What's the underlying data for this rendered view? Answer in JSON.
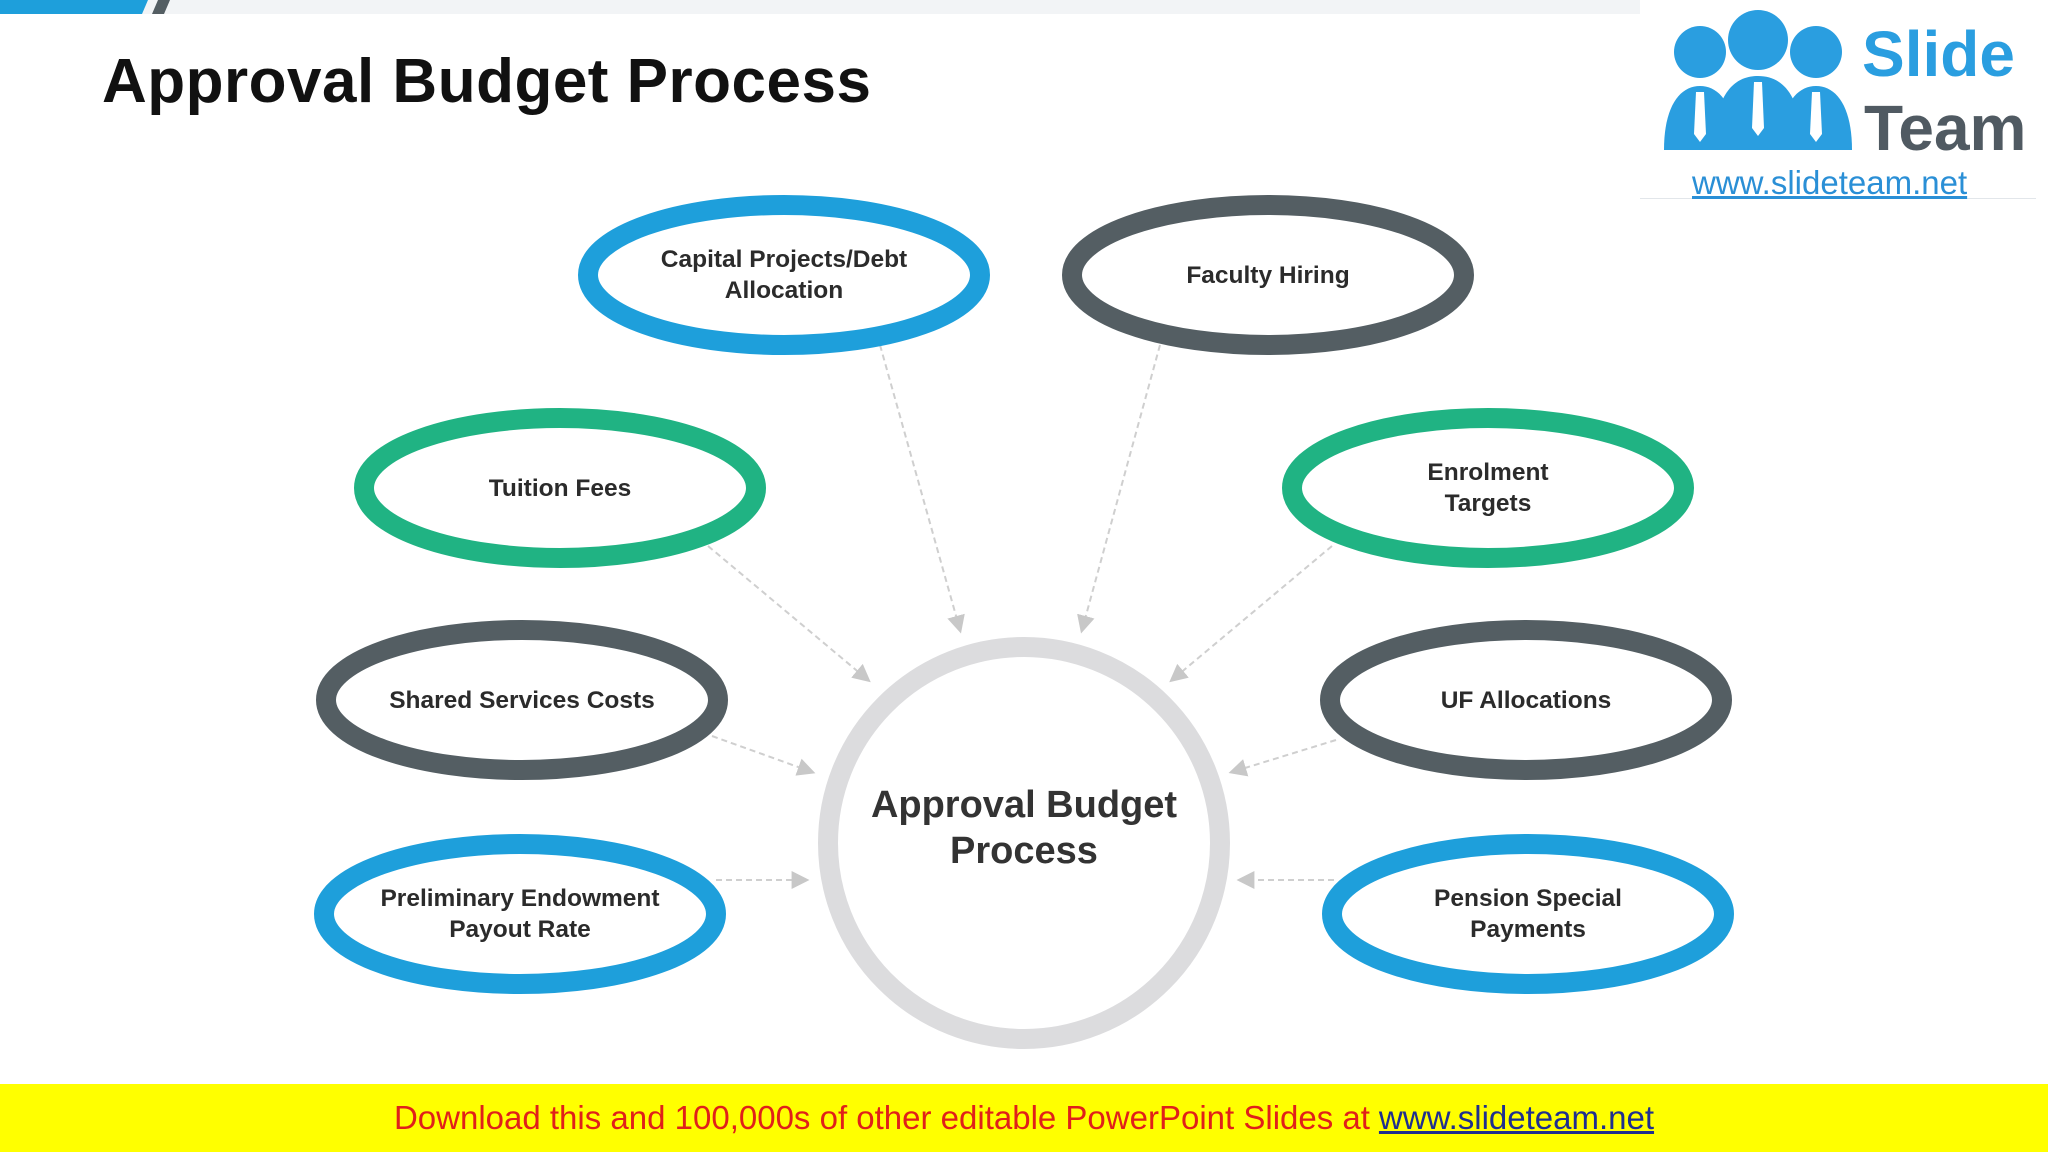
{
  "title": "Approval Budget Process",
  "logo": {
    "word1": "Slide",
    "word2": "Team",
    "url": "www.slideteam.net",
    "icon": "three-people-logo-icon"
  },
  "diagram": {
    "hub": {
      "label": "Approval Budget\nProcess"
    },
    "nodes": [
      {
        "id": "capital-projects",
        "label": "Capital Projects/Debt\nAllocation",
        "color": "#1e9fdb"
      },
      {
        "id": "faculty-hiring",
        "label": "Faculty Hiring",
        "color": "#545e63"
      },
      {
        "id": "tuition-fees",
        "label": "Tuition Fees",
        "color": "#20b383"
      },
      {
        "id": "enrolment-targets",
        "label": "Enrolment\nTargets",
        "color": "#20b383"
      },
      {
        "id": "shared-services-costs",
        "label": "Shared Services Costs",
        "color": "#545e63"
      },
      {
        "id": "uf-allocations",
        "label": "UF Allocations",
        "color": "#545e63"
      },
      {
        "id": "preliminary-endowment",
        "label": "Preliminary Endowment\nPayout Rate",
        "color": "#1e9fdb"
      },
      {
        "id": "pension-special-payments",
        "label": "Pension Special\nPayments",
        "color": "#1e9fdb"
      }
    ],
    "hub_ring_color": "#dcdcde",
    "connector_color": "#cfcfcf"
  },
  "footer": {
    "text": "Download this and 100,000s of other editable PowerPoint Slides at",
    "link": "www.slideteam.net"
  }
}
